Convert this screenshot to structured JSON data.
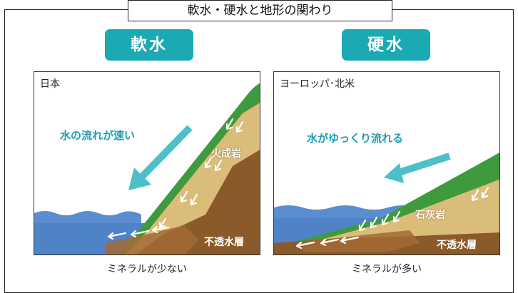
{
  "title": "軟水・硬水と地形の関わり",
  "soft": {
    "heading": "軟水",
    "region": "日本",
    "flow_label": "水の流れが速い",
    "rock_label": "火成岩",
    "layer_label": "不透水層",
    "caption": "ミネラルが少ない"
  },
  "hard": {
    "heading": "硬水",
    "region": "ヨーロッパ･北米",
    "flow_label": "水がゆっくり流れる",
    "rock_label": "石灰岩",
    "layer_label": "不透水層",
    "caption": "ミネラルが多い"
  },
  "colors": {
    "teal": "#1ba9b3",
    "arrow": "#4cc0c8",
    "grass": "#3f9a3d",
    "sand": "#d9bd78",
    "soil": "#8a5a2a",
    "water": "#5a8dd0"
  }
}
